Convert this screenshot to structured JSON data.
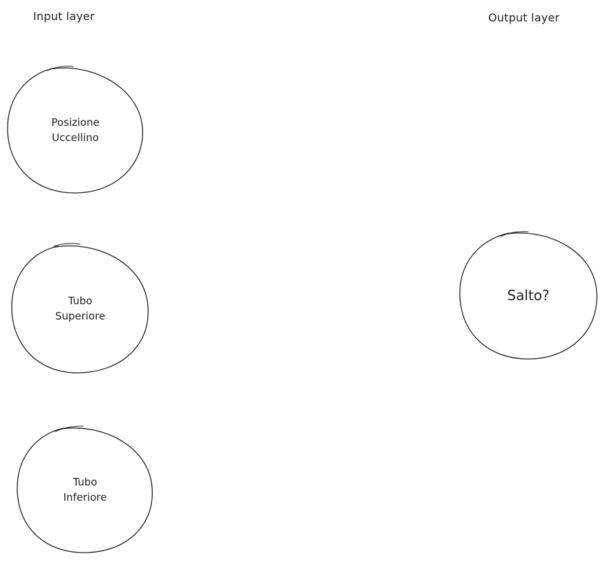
{
  "layers": {
    "input_label": "Input layer",
    "output_label": "Output layer"
  },
  "input_neurons": [
    {
      "line1": "Posizione",
      "line2": "Uccellino"
    },
    {
      "line1": "Tubo",
      "line2": "Superiore"
    },
    {
      "line1": "Tubo",
      "line2": "Inferiore"
    }
  ],
  "output_neuron": {
    "label": "Salto?"
  },
  "colors": {
    "stroke": "#1e1e1e",
    "background": "#ffffff"
  }
}
